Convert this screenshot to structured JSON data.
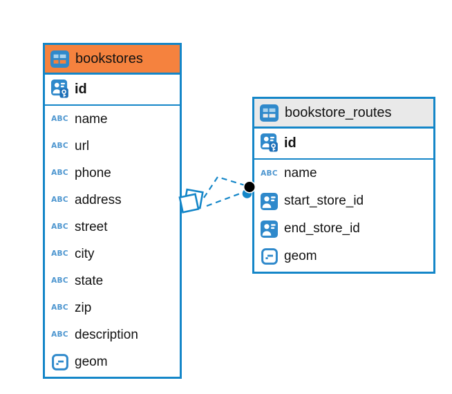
{
  "colors": {
    "accent_blue": "#1486C8",
    "icon_blue": "#2F89CB",
    "abc_blue": "#4C95CF",
    "key_blue": "#1D6FB8",
    "orange_header": "#F5823E",
    "gray_header": "#E9E9E9",
    "dot_black": "#000000",
    "background": "#FFFFFF"
  },
  "icons": {
    "abc_text": "ABC"
  },
  "tables": [
    {
      "name": "bookstores",
      "header_style": "orange",
      "primary_key": {
        "name": "id"
      },
      "columns": [
        {
          "name": "name"
        },
        {
          "name": "url"
        },
        {
          "name": "phone"
        },
        {
          "name": "address"
        },
        {
          "name": "street"
        },
        {
          "name": "city"
        },
        {
          "name": "state"
        },
        {
          "name": "zip"
        },
        {
          "name": "description"
        },
        {
          "name": "geom"
        }
      ]
    },
    {
      "name": "bookstore_routes",
      "header_style": "gray",
      "primary_key": {
        "name": "id"
      },
      "columns": [
        {
          "name": "name"
        },
        {
          "name": "start_store_id"
        },
        {
          "name": "end_store_id"
        },
        {
          "name": "geom"
        }
      ]
    }
  ],
  "relation": {
    "type": "foreign-key-link",
    "style": "dashed",
    "from_table": "bookstores",
    "to_table": "bookstore_routes"
  }
}
